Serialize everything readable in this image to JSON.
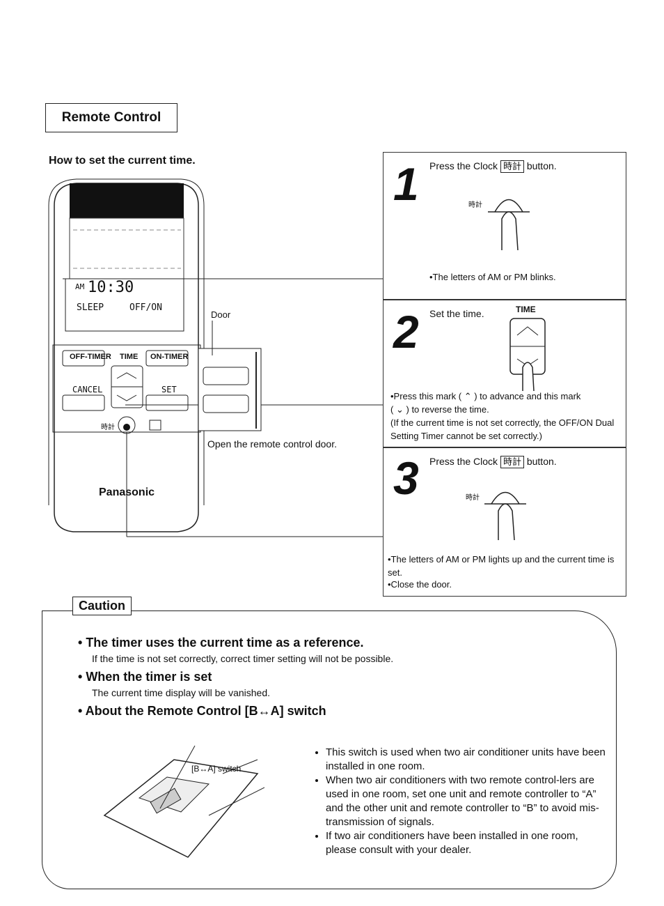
{
  "section_title": "Remote Control",
  "how_to_heading": "How to set the current time.",
  "remote": {
    "display_am": "AM",
    "display_time": "10:30",
    "sleep_label": "SLEEP",
    "offon_label": "OFF/ON",
    "off_timer_label": "OFF-TIMER",
    "time_label": "TIME",
    "on_timer_label": "ON-TIMER",
    "cancel_label": "CANCEL",
    "set_label": "SET",
    "clock_kanji": "時計",
    "brand": "Panasonic",
    "door_label": "Door",
    "open_door_caption": "Open the remote control door."
  },
  "steps": [
    {
      "number": "1",
      "text_before": "Press the Clock",
      "kanji": "時計",
      "text_after": "button.",
      "illustration_kanji": "時計",
      "note": "•The letters of AM or PM blinks."
    },
    {
      "number": "2",
      "text": "Set the time.",
      "time_label": "TIME",
      "note_line1_before": "•Press this mark (",
      "note_line1_after": ") to advance and this mark",
      "note_line2_before": "(",
      "note_line2_after": ") to reverse the time.",
      "note_line3": "(If the current time is not set correctly, the OFF/ON Dual Setting Timer cannot be set correctly.)"
    },
    {
      "number": "3",
      "text_before": "Press the Clock",
      "kanji": "時計",
      "text_after": "button.",
      "illustration_kanji": "時計",
      "note_a": "•The letters of AM or PM lights up and the current time is set.",
      "note_b": "•Close the door."
    }
  ],
  "caution": {
    "title": "Caution",
    "items": [
      {
        "head": "The timer uses the current time as a reference.",
        "body": "If the time is not set correctly, correct timer setting will not be possible."
      },
      {
        "head": "When the timer is set",
        "body": "The current time display will be vanished."
      },
      {
        "head": "About the Remote Control [B↔A] switch",
        "body": ""
      }
    ],
    "switch_label": "[B↔A] switch",
    "switch_bullets": [
      "This switch is used when two air conditioner units have been installed in one room.",
      "When two air conditioners with two remote control-lers are used in one room, set one unit and remote controller to “A” and the other unit and remote controller to “B” to avoid mis-transmission of signals.",
      "If two air conditioners have been installed in one room, please consult with your dealer."
    ]
  }
}
